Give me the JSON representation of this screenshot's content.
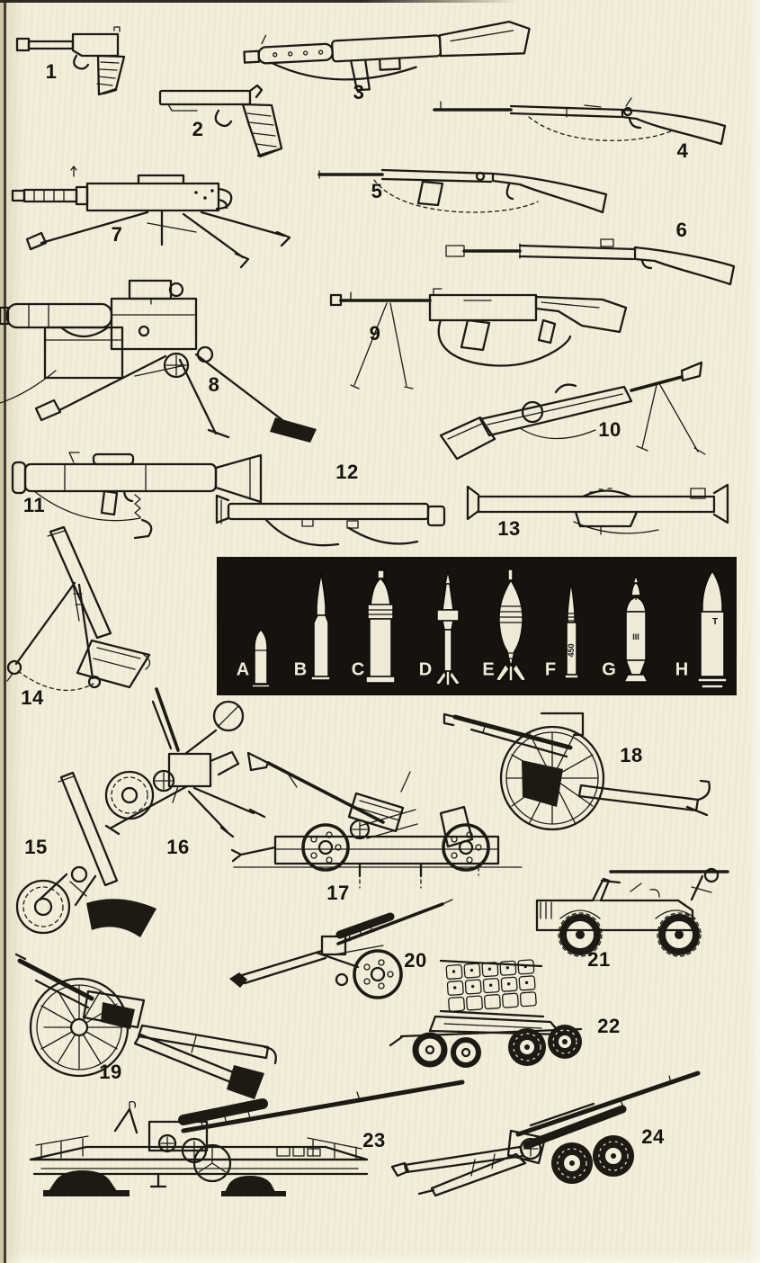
{
  "page": {
    "kind": "printed identification plate of small arms and artillery",
    "background": "#f1edda",
    "ink": "#1d1a14",
    "panel_background": "#16130e"
  },
  "figures": [
    {
      "num": "1",
      "kind": "automatic pistol"
    },
    {
      "num": "2",
      "kind": "automatic pistol"
    },
    {
      "num": "3",
      "kind": "submachine gun"
    },
    {
      "num": "4",
      "kind": "bolt-action rifle"
    },
    {
      "num": "5",
      "kind": "self-loading rifle"
    },
    {
      "num": "6",
      "kind": "semi-automatic rifle"
    },
    {
      "num": "7",
      "kind": "medium machine gun on tripod"
    },
    {
      "num": "8",
      "kind": "heavy machine gun on tripod"
    },
    {
      "num": "9",
      "kind": "automatic rifle with bipod"
    },
    {
      "num": "10",
      "kind": "light machine gun with bipod"
    },
    {
      "num": "11",
      "kind": "light machine gun"
    },
    {
      "num": "12",
      "kind": "rocket launcher"
    },
    {
      "num": "13",
      "kind": "rocket launcher"
    },
    {
      "num": "14",
      "kind": "infantry mortar"
    },
    {
      "num": "15",
      "kind": "wheeled mortar"
    },
    {
      "num": "16",
      "kind": "light anti-aircraft gun"
    },
    {
      "num": "17",
      "kind": "anti-aircraft autocannon on wheeled platform"
    },
    {
      "num": "18",
      "kind": "field gun with spoked wheels"
    },
    {
      "num": "19",
      "kind": "field howitzer"
    },
    {
      "num": "20",
      "kind": "pack howitzer"
    },
    {
      "num": "21",
      "kind": "jeep-mounted recoilless rifle"
    },
    {
      "num": "22",
      "kind": "multiple rocket launcher trailer"
    },
    {
      "num": "23",
      "kind": "heavy gun on platform mount"
    },
    {
      "num": "24",
      "kind": "heavy field howitzer"
    }
  ],
  "ammunition_panel": {
    "items": [
      {
        "label": "A",
        "kind": "pistol cartridge"
      },
      {
        "label": "B",
        "kind": "rifle cartridge"
      },
      {
        "label": "C",
        "kind": "fixed cannon round"
      },
      {
        "label": "D",
        "kind": "finned mortar bomb"
      },
      {
        "label": "E",
        "kind": "streamlined mortar bomb"
      },
      {
        "label": "F",
        "kind": "small-calibre cartridge",
        "marking": "450"
      },
      {
        "label": "G",
        "kind": "artillery shell",
        "marking": "III"
      },
      {
        "label": "H",
        "kind": "heavy gun round",
        "marking": "T"
      }
    ]
  }
}
